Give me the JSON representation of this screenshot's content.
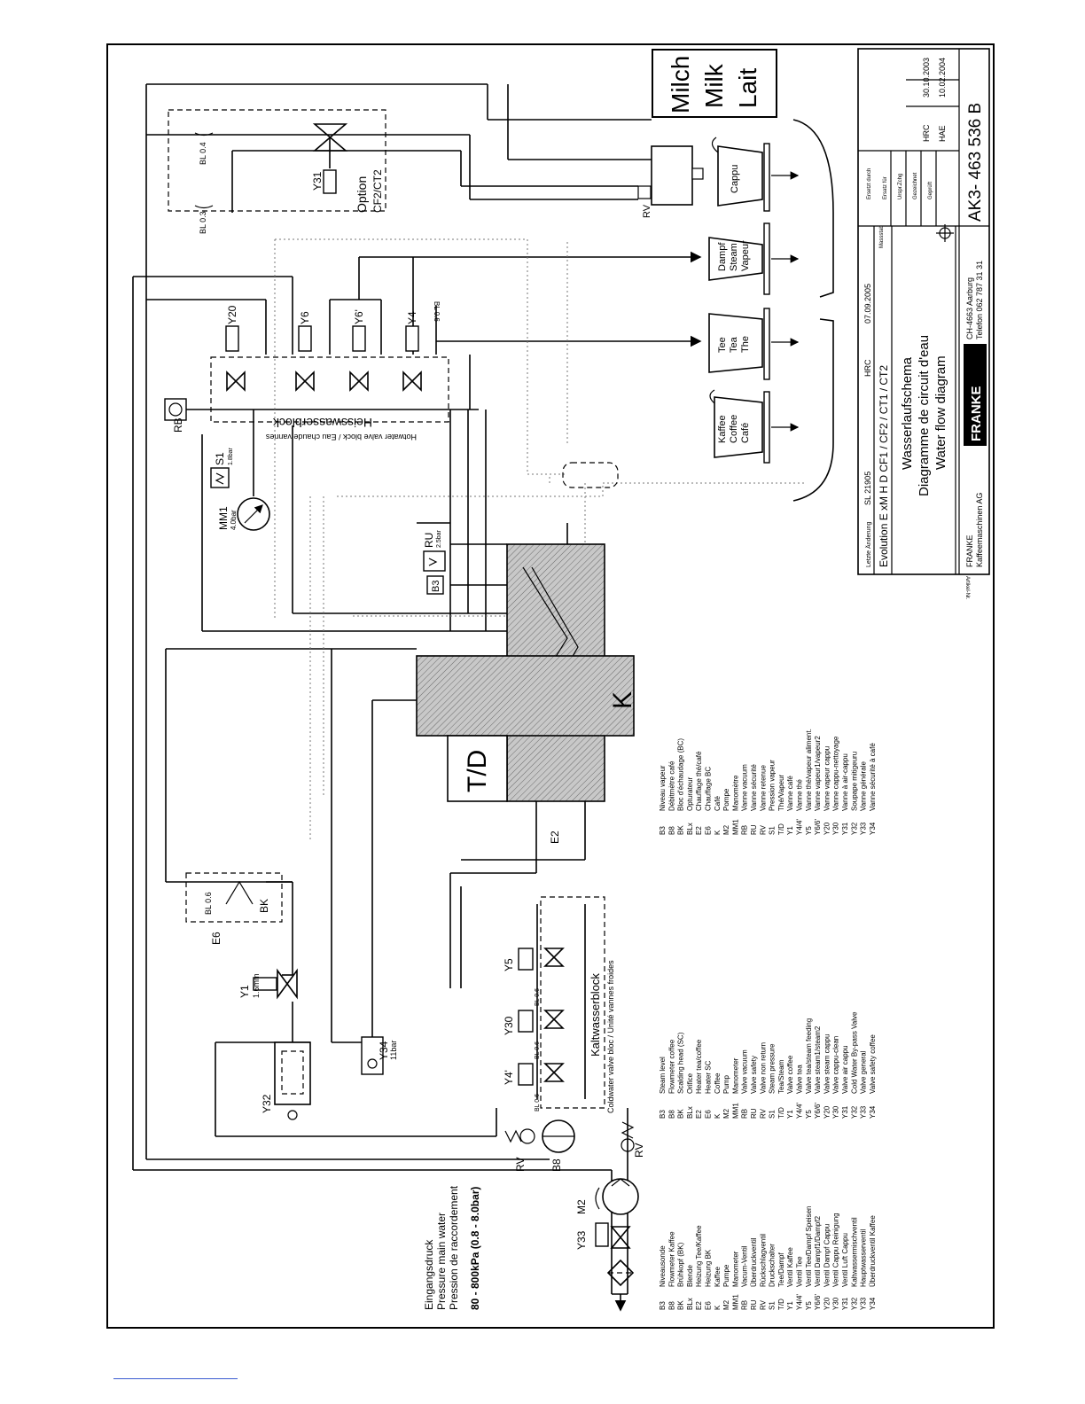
{
  "drawing": {
    "number": "AK3- 463 536 B",
    "title_de": "Wasserlaufschema",
    "title_fr": "Diagramme de circuit d'eau",
    "title_en": "Water flow diagram",
    "model": "Evolution E xM H D CF1 / CF2 / CT1 / CT2",
    "change_label": "Letzte Änderung",
    "change_ref": "SL 21905",
    "change_by": "HRC",
    "change_date": "07.09.2005",
    "replaced_by_label": "Ersetzt durch",
    "replaces_label": "Ersatz für",
    "origin_label": "Urspr.Zchg",
    "drawn_label": "Gezeichnet",
    "drawn_by": "HRC",
    "drawn_date": "30.10.2003",
    "checked_label": "Geprüft",
    "checked_by": "HAE",
    "checked_date": "10.02.2004",
    "scale_label": "Massstab",
    "company": "FRANKE",
    "company_sub": "Kaffeemaschinen AG",
    "address": "CH-4663 Aarburg",
    "phone": "Telefon 062 787 31 31",
    "logo": "FRANKE",
    "article_label": "Artikel-Nr."
  },
  "inlet": {
    "de": "Eingangsdruck",
    "en": "Pressure main water",
    "fr": "Pression de raccordement",
    "value": "80 - 800kPa (0.8 - 8.0bar)"
  },
  "outlets": {
    "milk": [
      "Milch",
      "Milk",
      "Lait"
    ],
    "cappu": "Cappu",
    "steam": [
      "Dampf",
      "Steam",
      "Vapeur"
    ],
    "tea": [
      "Tee",
      "Tea",
      "The"
    ],
    "coffee": [
      "Kaffee",
      "Coffee",
      "Café"
    ]
  },
  "blocks": {
    "hot_de": "Heisswasserblock",
    "hot_sub": "Hotwater valve block / Eau chaude vannes",
    "cold_de": "Kaltwasserblock",
    "cold_sub": "Coldwater valve bloc / Unité vannes froides",
    "option": "Option",
    "option_models": "CF2/CT2"
  },
  "labels": {
    "Y31": "Y31",
    "Y20": "Y20",
    "Y6": "Y6",
    "Y6p": "Y6'",
    "Y4": "Y4",
    "Y5": "Y5",
    "Y30": "Y30",
    "Y4p": "Y4'",
    "Y1": "Y1",
    "Y1_size": "1.6mm",
    "Y32": "Y32",
    "Y33": "Y33",
    "Y34": "Y34",
    "Y34_val": "11bar",
    "RB": "RB",
    "RV": "RV",
    "RU": "RU",
    "RU_val": "2.5bar",
    "B3": "B3",
    "B8": "B8",
    "S1": "S1",
    "S1_val": "1.8bar",
    "MM1": "MM1",
    "MM1_val": "4.0bar",
    "M2": "M2",
    "TD": "T/D",
    "K": "K",
    "E2": "E2",
    "E6": "E6",
    "BK": "BK",
    "BL03": "BL 0.3",
    "BL04": "BL 0.4",
    "BL06": "BL 0.6",
    "BL06s": "BL 0.6"
  },
  "legend_de": [
    [
      "B3",
      "Niveausonde"
    ],
    [
      "B8",
      "Flowmeter Kaffee"
    ],
    [
      "BK",
      "Brühkopf (BK)"
    ],
    [
      "BLx",
      "Blende"
    ],
    [
      "E2",
      "Heizung Tee/Kaffee"
    ],
    [
      "E6",
      "Heizung BK"
    ],
    [
      "K",
      "Kaffee"
    ],
    [
      "M2",
      "Pumpe"
    ],
    [
      "MM1",
      "Manometer"
    ],
    [
      "RB",
      "Vacum-Ventil"
    ],
    [
      "RU",
      "Überdruckventil"
    ],
    [
      "RV",
      "Rückschlagventil"
    ],
    [
      "S1",
      "Druckschalter"
    ],
    [
      "T/D",
      "Tee/Dampf"
    ],
    [
      "Y1",
      "Ventil Kaffee"
    ],
    [
      "Y4/4'",
      "Ventil Tee"
    ],
    [
      "Y5",
      "Ventil Tee/Dampf Speisen"
    ],
    [
      "Y6/6'",
      "Ventil Dampf1/Dampf2"
    ],
    [
      "Y20",
      "Ventil Dampf Cappu"
    ],
    [
      "Y30",
      "Ventil Cappu Reinigung"
    ],
    [
      "Y31",
      "Ventil Luft Cappu"
    ],
    [
      "Y32",
      "Kaltwassermischventil"
    ],
    [
      "Y33",
      "Hauptwasserventil"
    ],
    [
      "Y34",
      "Überdruckventil Kaffee"
    ]
  ],
  "legend_en": [
    [
      "B3",
      "Steam level"
    ],
    [
      "B8",
      "Flowmeter coffee"
    ],
    [
      "BK",
      "Scalding head (SC)"
    ],
    [
      "BLx",
      "Orifice"
    ],
    [
      "E2",
      "Heater tea/coffee"
    ],
    [
      "E6",
      "Heater SC"
    ],
    [
      "K",
      "Coffee"
    ],
    [
      "M2",
      "Pump"
    ],
    [
      "MM1",
      "Manometer"
    ],
    [
      "RB",
      "Valve vacuum"
    ],
    [
      "RU",
      "Valve safety"
    ],
    [
      "RV",
      "Valve non return"
    ],
    [
      "S1",
      "Steam pressure"
    ],
    [
      "T/D",
      "Tea/Steam"
    ],
    [
      "Y1",
      "Valve coffee"
    ],
    [
      "Y4/4'",
      "Valve tea"
    ],
    [
      "Y5",
      "Valve tea/steam feeding"
    ],
    [
      "Y6/6'",
      "Valve steam1/steam2"
    ],
    [
      "Y20",
      "Valve steam cappu"
    ],
    [
      "Y30",
      "Valve cappu-clean"
    ],
    [
      "Y31",
      "Valve air cappu"
    ],
    [
      "Y32",
      "Cold Water By-pass Valve"
    ],
    [
      "Y33",
      "Valve general"
    ],
    [
      "Y34",
      "Valve safety coffee"
    ]
  ],
  "legend_fr": [
    [
      "B3",
      "Niveau vapeur"
    ],
    [
      "B8",
      "Débitmètre café"
    ],
    [
      "BK",
      "Bloc d'échaudage (BC)"
    ],
    [
      "BLx",
      "Opturateur"
    ],
    [
      "E2",
      "Chauffage thé/café"
    ],
    [
      "E6",
      "Chauffage BC"
    ],
    [
      "K",
      "Café"
    ],
    [
      "M2",
      "Pompe"
    ],
    [
      "MM1",
      "Manomètre"
    ],
    [
      "RB",
      "Vanne vacuum"
    ],
    [
      "RU",
      "Vanne sécurité"
    ],
    [
      "RV",
      "Vanne retenue"
    ],
    [
      "S1",
      "Pression vapeur"
    ],
    [
      "T/D",
      "Thé/Vapeur"
    ],
    [
      "Y1",
      "Vanne café"
    ],
    [
      "Y4/4'",
      "Vanne thé"
    ],
    [
      "Y5",
      "Vanne thé/vapeur aliment."
    ],
    [
      "Y6/6'",
      "Vanne vapeur1/vapeur2"
    ],
    [
      "Y20",
      "Vanne vapeur cappu"
    ],
    [
      "Y30",
      "Vanne cappu-nettoyage"
    ],
    [
      "Y31",
      "Vanne à air-cappu"
    ],
    [
      "Y32",
      "Soupape mitigeuru"
    ],
    [
      "Y33",
      "Vanne générale"
    ],
    [
      "Y34",
      "Vanne sécurité à café"
    ]
  ]
}
